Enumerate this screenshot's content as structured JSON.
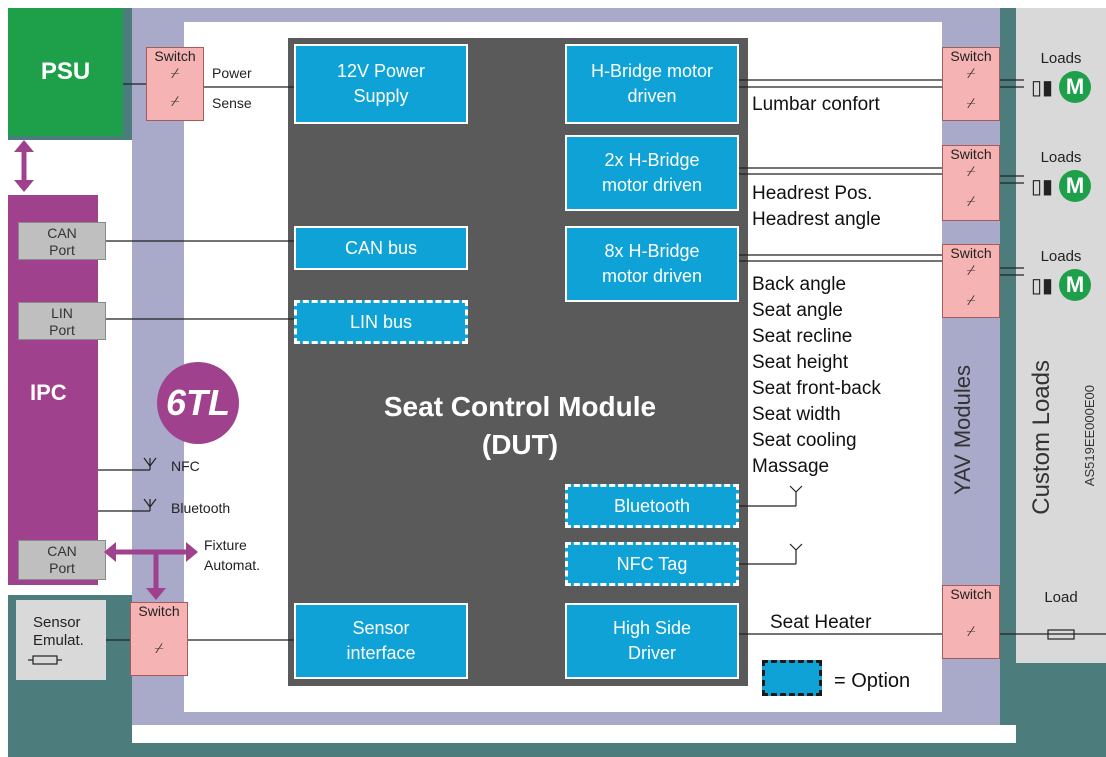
{
  "psu": {
    "label": "PSU"
  },
  "ipc": {
    "label": "IPC"
  },
  "logo": {
    "text": "6TL"
  },
  "ports": {
    "can1": "CAN Port",
    "lin": "LIN Port",
    "can2": "CAN Port"
  },
  "psu_switch": {
    "label": "Switch",
    "power": "Power",
    "sense": "Sense"
  },
  "wireless": {
    "nfc": "NFC",
    "bluetooth": "Bluetooth"
  },
  "fixture": {
    "label_line1": "Fixture",
    "label_line2": "Automat."
  },
  "sensor_emul": {
    "line1": "Sensor",
    "line2": "Emulat."
  },
  "sensor_switch": {
    "label": "Switch"
  },
  "scm": {
    "title_line1": "Seat Control Module",
    "title_line2": "(DUT)",
    "power_supply": "12V Power Supply",
    "can_bus": "CAN bus",
    "lin_bus": "LIN bus",
    "sensor_interface": "Sensor interface",
    "hbridge1": "H-Bridge motor driven",
    "hbridge2": "2x H-Bridge motor driven",
    "hbridge8": "8x H-Bridge motor driven",
    "bluetooth": "Bluetooth",
    "nfc_tag": "NFC Tag",
    "high_side": "High Side Driver"
  },
  "functions": {
    "lumbar": "Lumbar confort",
    "headrest_pos": "Headrest Pos.",
    "headrest_angle": "Headrest angle",
    "list": [
      "Back angle",
      "Seat angle",
      "Seat recline",
      "Seat height",
      "Seat front-back",
      "Seat width",
      "Seat cooling",
      "Massage"
    ],
    "seat_heater": "Seat Heater"
  },
  "yav": {
    "label": "YAV Modules",
    "switch_label": "Switch"
  },
  "loads": {
    "label": "Loads",
    "single": "Load",
    "motor": "M"
  },
  "custom_loads": {
    "label": "Custom Loads",
    "code": "AS519EE000E00"
  },
  "legend": {
    "text": "= Option"
  },
  "icons": {
    "switch": "switch-icon",
    "antenna": "antenna-icon",
    "motor": "motor-icon",
    "resistor": "resistor-icon",
    "capacitor": "capacitor-icon"
  },
  "colors": {
    "psu": "#1e9f4a",
    "ipc": "#a0418d",
    "dut": "#5a5a5a",
    "block": "#0ea2d6",
    "switch": "#f6b3b3",
    "frame": "#a9a9c9",
    "teal": "#4d7c7c"
  }
}
